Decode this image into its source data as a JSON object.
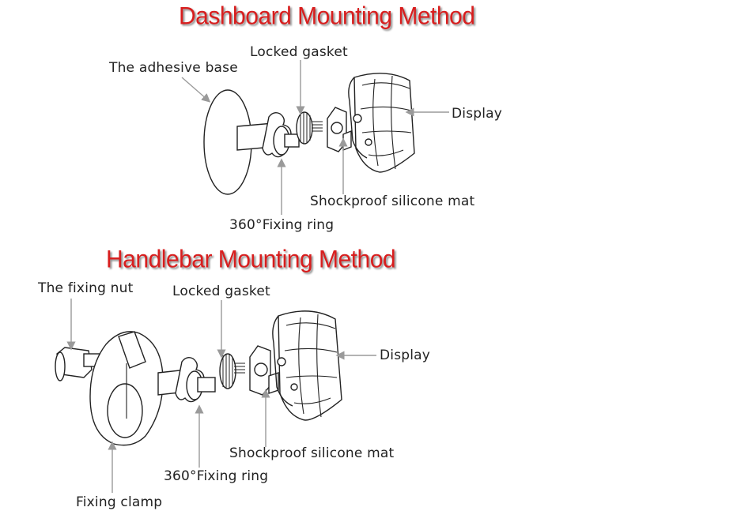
{
  "sections": [
    {
      "title": "Dashboard Mounting Method",
      "labels": {
        "adhesive_base": "The adhesive base",
        "locked_gasket": "Locked gasket",
        "display": "Display",
        "silicone_mat": "Shockproof silicone mat",
        "fixing_ring": "360°Fixing ring"
      }
    },
    {
      "title": "Handlebar Mounting Method",
      "labels": {
        "fixing_nut": "The fixing nut",
        "locked_gasket": "Locked gasket",
        "display": "Display",
        "silicone_mat": "Shockproof silicone mat",
        "fixing_ring": "360°Fixing ring",
        "fixing_clamp": "Fixing clamp"
      }
    }
  ],
  "colors": {
    "heading": "#d81e1e",
    "line": "#222222",
    "leader": "#9a9a9a"
  }
}
